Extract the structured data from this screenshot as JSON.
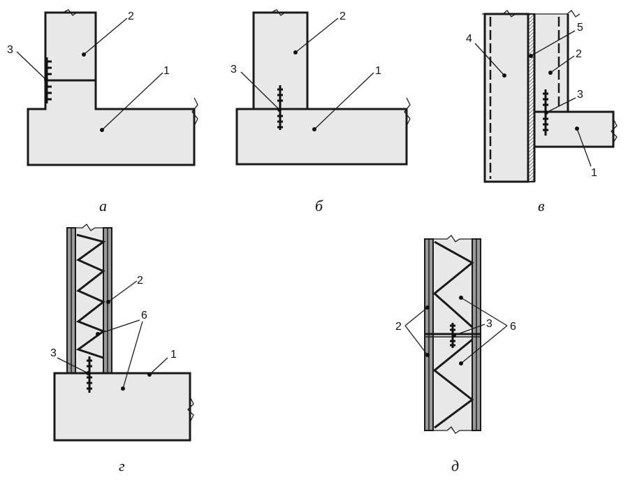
{
  "colors": {
    "concrete": "#e8e8e8",
    "stroke": "#1a1a1a",
    "hatch": "#8a8a8a"
  },
  "panels": {
    "a": {
      "caption": "а",
      "labels": [
        "1",
        "2",
        "3"
      ]
    },
    "b": {
      "caption": "б",
      "labels": [
        "1",
        "2",
        "3"
      ]
    },
    "v": {
      "caption": "в",
      "labels": [
        "1",
        "2",
        "3",
        "4",
        "5"
      ]
    },
    "g": {
      "caption": "г",
      "labels": [
        "1",
        "2",
        "3",
        "6"
      ]
    },
    "d": {
      "caption": "д",
      "labels": [
        "2",
        "3",
        "6"
      ]
    }
  }
}
